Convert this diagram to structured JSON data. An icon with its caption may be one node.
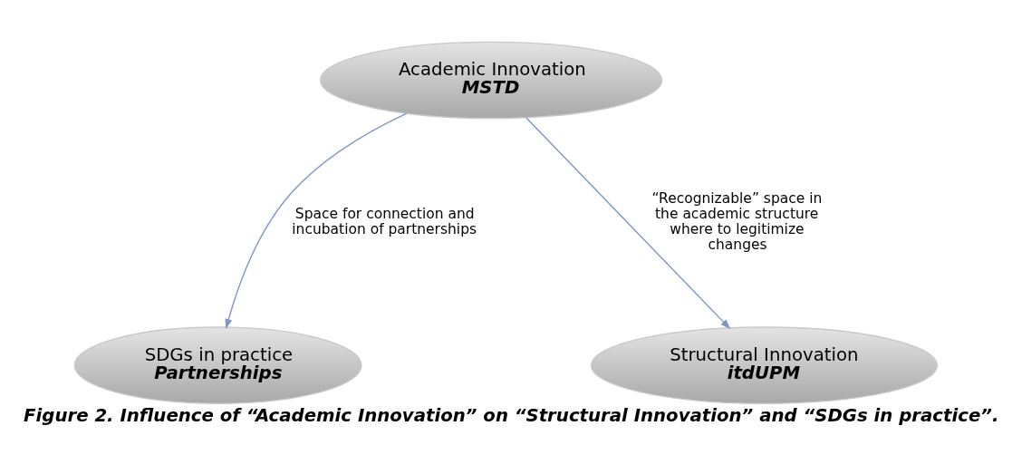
{
  "diagram": {
    "caption": "Figure 2. Influence of “Academic Innovation” on “Structural Innovation” and “SDGs in practice”.",
    "nodes": [
      {
        "text": [
          "Academic Innovation",
          "MSTD"
        ]
      },
      {
        "text": [
          "SDGs in practice",
          "Partnerships"
        ]
      },
      {
        "text": [
          "Structural Innovation",
          "itdUPM"
        ]
      }
    ],
    "edges": [
      {
        "from": 0,
        "to": 1,
        "arrow": "to",
        "label": "Space for connection and incubation of partnerships"
      },
      {
        "from": 0,
        "to": 2,
        "arrow": "to",
        "label": "“Recognizable” space in the academic structure where to legitimize changes"
      }
    ]
  }
}
